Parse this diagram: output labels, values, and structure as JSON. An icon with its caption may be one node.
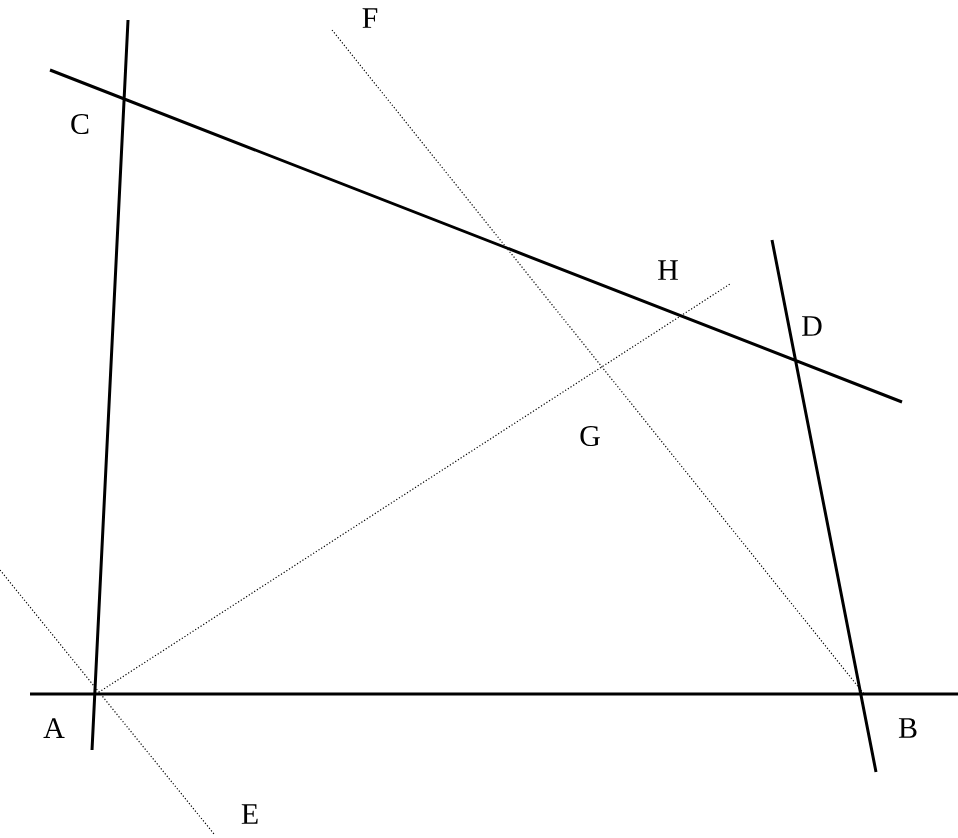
{
  "diagram": {
    "labels": [
      "F",
      "C",
      "H",
      "D",
      "G",
      "A",
      "B",
      "E"
    ]
  }
}
